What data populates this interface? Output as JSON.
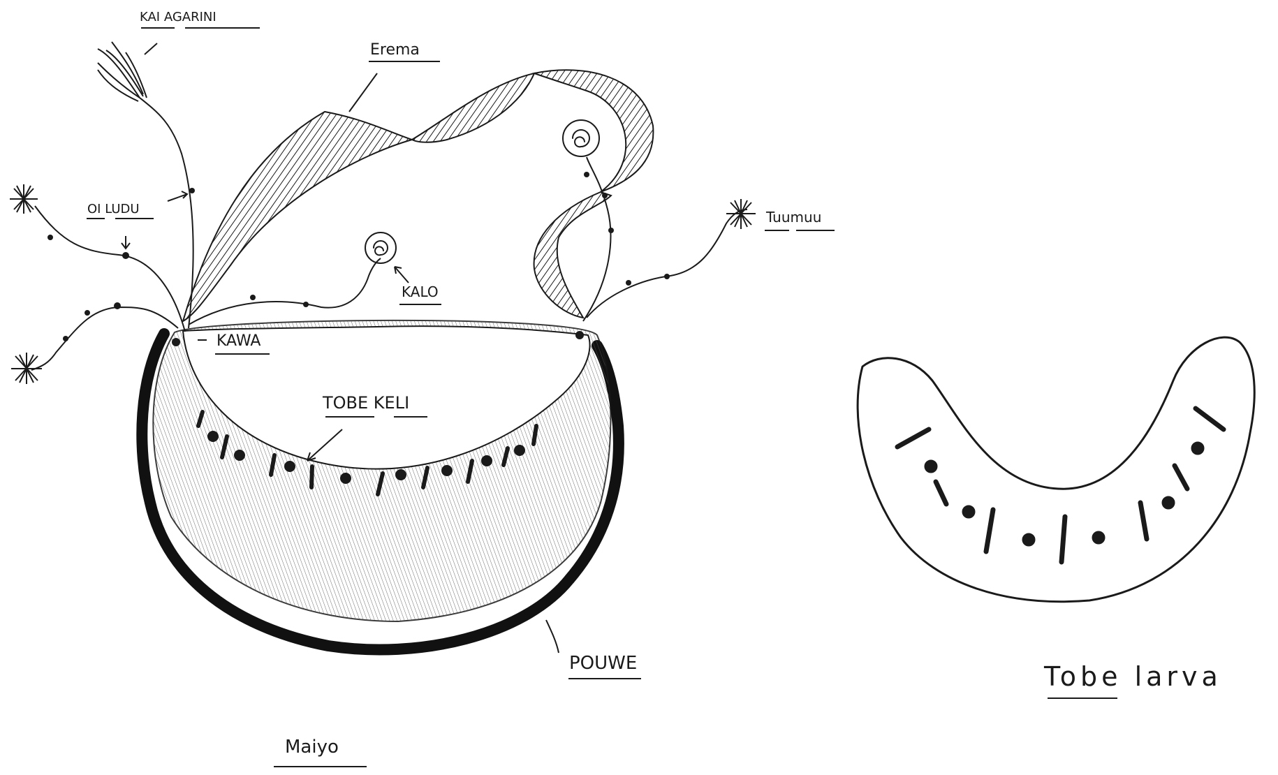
{
  "labels": {
    "kai_agarini": "KAI AGARINI",
    "erema": "Erema",
    "oi_ludu": "OI LUDU",
    "tuumuu": "Tuumuu",
    "kalo": "KALO",
    "kawa": "KAWA",
    "tobe_keli": "TOBE KELI",
    "pouwe": "POUWE",
    "maiyo": "Maiyo",
    "tobe_larva": "Tobe larva"
  },
  "colors": {
    "ink": "#1a1a1a",
    "paper": "#ffffff"
  }
}
